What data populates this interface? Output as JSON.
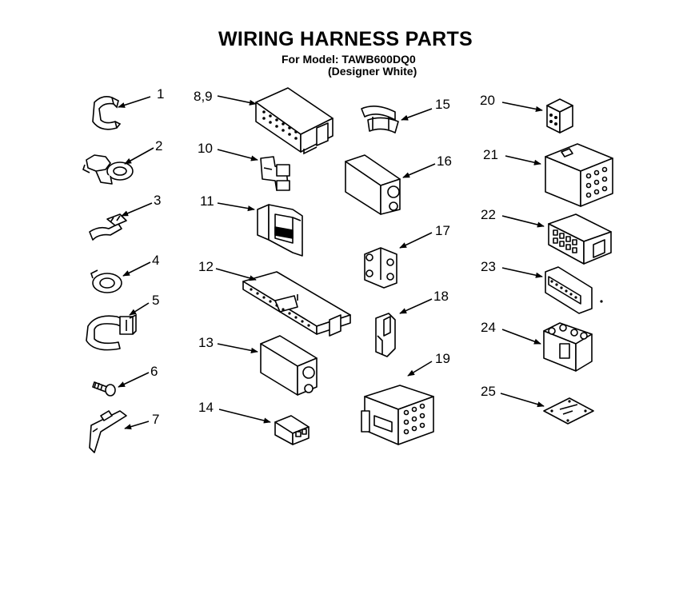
{
  "header": {
    "title": "WIRING HARNESS PARTS",
    "model_line": "For Model: TAWB600DQ0",
    "variant_line": "(Designer White)"
  },
  "callouts": [
    "1",
    "2",
    "3",
    "4",
    "5",
    "6",
    "7",
    "8,9",
    "10",
    "11",
    "12",
    "13",
    "14",
    "15",
    "16",
    "17",
    "18",
    "19",
    "20",
    "21",
    "22",
    "23",
    "24",
    "25"
  ]
}
